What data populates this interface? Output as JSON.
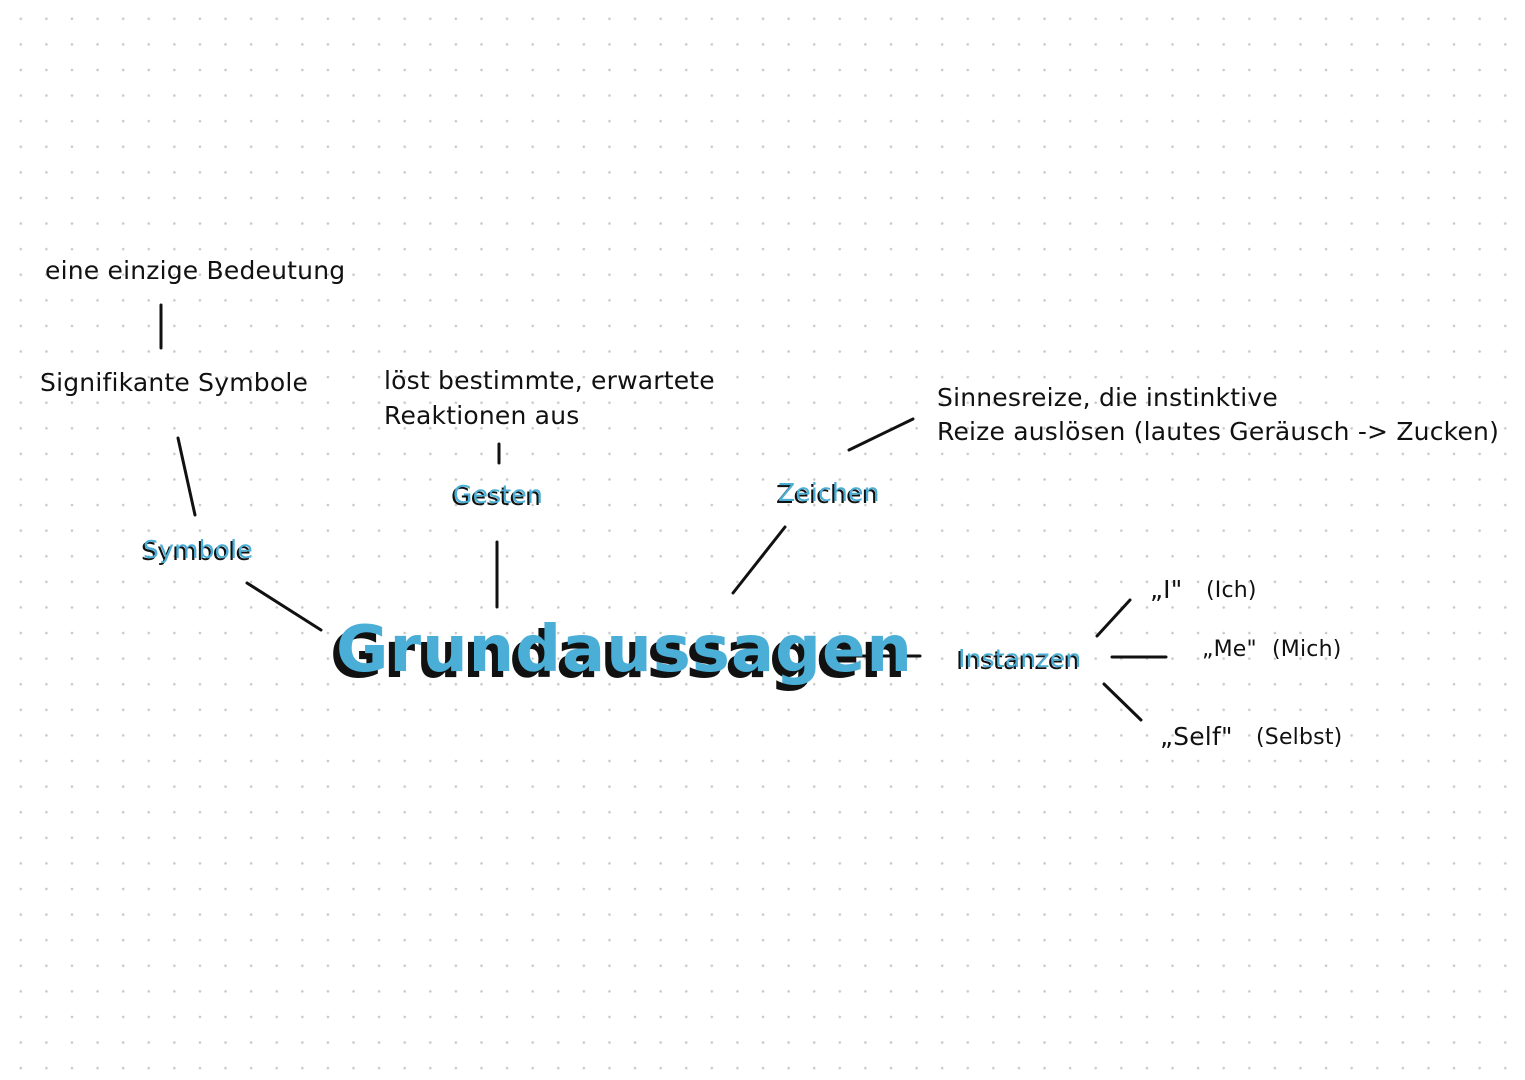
{
  "title": "Grundaussagen",
  "nodes": {
    "symbole": "Symbole",
    "gesten": "Gesten",
    "zeichen": "Zeichen",
    "instanzen": "Instanzen"
  },
  "notes": {
    "signifikante_symbole": "Signifikante Symbole",
    "einzige_bedeutung": "eine einzige Bedeutung",
    "gesten_line1": "löst bestimmte, erwartete",
    "gesten_line2": "Reaktionen aus",
    "zeichen_line1": "Sinnesreize, die instinktive",
    "zeichen_line2": "Reize auslösen (lautes Geräusch -> Zucken)"
  },
  "instanzen_items": [
    {
      "term": "„I\"",
      "translation": "(Ich)"
    },
    {
      "term": "„Me\"",
      "translation": "(Mich)"
    },
    {
      "term": "„Self\"",
      "translation": "(Selbst)"
    }
  ],
  "colors": {
    "accent": "#4aaed6",
    "ink": "#111111",
    "grid_dot": "#c9c9c9"
  }
}
